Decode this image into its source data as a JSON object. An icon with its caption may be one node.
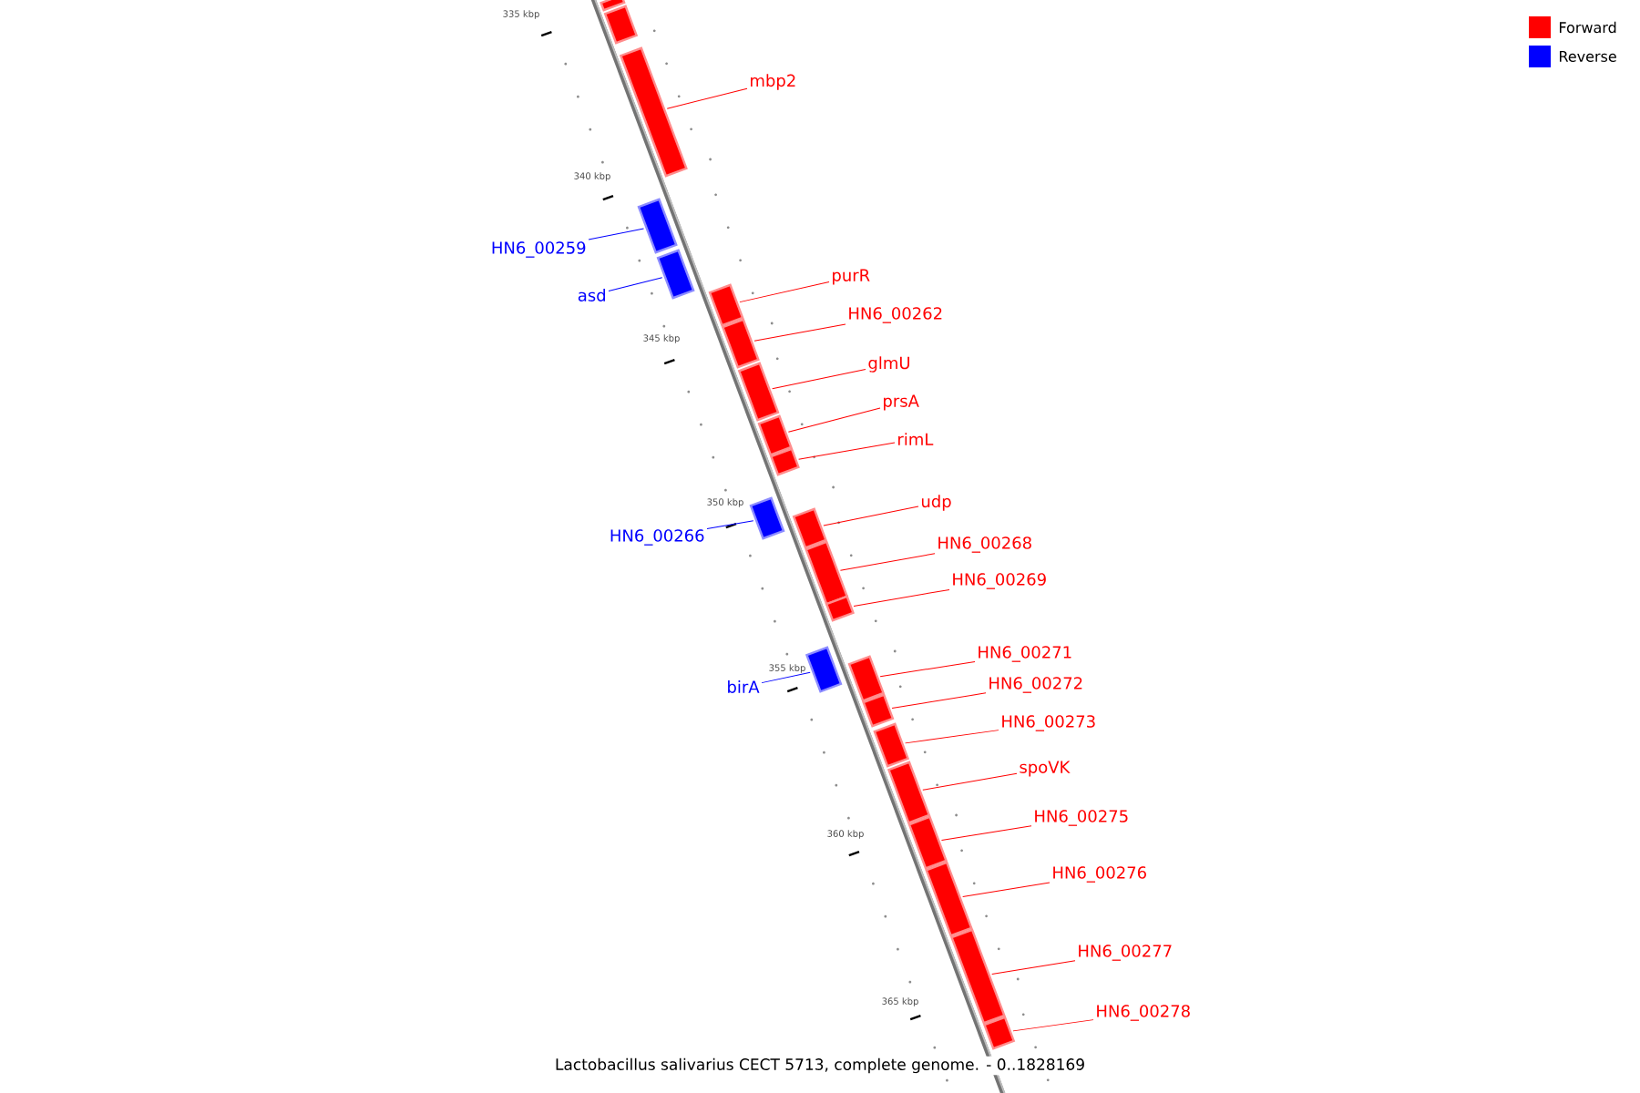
{
  "diagram": {
    "caption": "Lactobacillus salivarius CECT 5713, complete genome. - 0..1828169",
    "nodes": [
      {
        "text": [],
        "shape": "bar"
      },
      {
        "text": [],
        "shape": "bar"
      },
      {
        "text": [
          "mbp2"
        ]
      },
      {
        "text": [],
        "shape": "bar"
      },
      {
        "text": [
          "HN6_00259"
        ]
      },
      {
        "text": [],
        "shape": "bar"
      },
      {
        "text": [
          "asd"
        ]
      },
      {
        "text": [],
        "shape": "bar"
      },
      {
        "text": [
          "purR"
        ]
      },
      {
        "text": [],
        "shape": "bar"
      },
      {
        "text": [
          "HN6_00262"
        ]
      },
      {
        "text": [],
        "shape": "bar"
      },
      {
        "text": [
          "glmU"
        ]
      },
      {
        "text": [],
        "shape": "bar"
      },
      {
        "text": [
          "prsA"
        ]
      },
      {
        "text": [],
        "shape": "bar"
      },
      {
        "text": [
          "rimL"
        ]
      },
      {
        "text": [],
        "shape": "bar"
      },
      {
        "text": [
          "HN6_00266"
        ]
      },
      {
        "text": [],
        "shape": "bar"
      },
      {
        "text": [
          "udp"
        ]
      },
      {
        "text": [],
        "shape": "bar"
      },
      {
        "text": [
          "HN6_00268"
        ]
      },
      {
        "text": [],
        "shape": "bar"
      },
      {
        "text": [
          "HN6_00269"
        ]
      },
      {
        "text": [],
        "shape": "bar"
      },
      {
        "text": [
          "birA"
        ]
      },
      {
        "text": [],
        "shape": "bar"
      },
      {
        "text": [
          "HN6_00271"
        ]
      },
      {
        "text": [],
        "shape": "bar"
      },
      {
        "text": [
          "HN6_00272"
        ]
      },
      {
        "text": [],
        "shape": "bar"
      },
      {
        "text": [
          "HN6_00273"
        ]
      },
      {
        "text": [],
        "shape": "bar"
      },
      {
        "text": [
          "spoVK"
        ]
      },
      {
        "text": [],
        "shape": "bar"
      },
      {
        "text": [
          "HN6_00275"
        ]
      },
      {
        "text": [],
        "shape": "bar"
      },
      {
        "text": [
          "HN6_00276"
        ]
      },
      {
        "text": [],
        "shape": "bar"
      },
      {
        "text": [
          "HN6_00277"
        ]
      },
      {
        "text": [],
        "shape": "bar"
      },
      {
        "text": [
          "HN6_00278"
        ]
      },
      {
        "text": [],
        "shape": "bar"
      }
    ],
    "edges": [
      {
        "from": 2,
        "to": 3,
        "arrow": "none"
      },
      {
        "from": 4,
        "to": 5,
        "arrow": "none",
        "color": "#0000ff"
      },
      {
        "from": 6,
        "to": 7,
        "arrow": "none",
        "color": "#0000ff"
      },
      {
        "from": 8,
        "to": 9,
        "arrow": "none"
      },
      {
        "from": 10,
        "to": 11,
        "arrow": "none"
      },
      {
        "from": 12,
        "to": 13,
        "arrow": "none"
      },
      {
        "from": 14,
        "to": 15,
        "arrow": "none"
      },
      {
        "from": 16,
        "to": 17,
        "arrow": "none"
      },
      {
        "from": 18,
        "to": 19,
        "arrow": "none",
        "color": "#0000ff"
      },
      {
        "from": 20,
        "to": 21,
        "arrow": "none"
      },
      {
        "from": 22,
        "to": 23,
        "arrow": "none"
      },
      {
        "from": 24,
        "to": 25,
        "arrow": "none"
      },
      {
        "from": 26,
        "to": 27,
        "arrow": "none",
        "color": "#0000ff"
      },
      {
        "from": 28,
        "to": 29,
        "arrow": "none"
      },
      {
        "from": 30,
        "to": 31,
        "arrow": "none"
      },
      {
        "from": 32,
        "to": 33,
        "arrow": "none"
      },
      {
        "from": 34,
        "to": 35,
        "arrow": "none"
      },
      {
        "from": 36,
        "to": 37,
        "arrow": "none"
      },
      {
        "from": 38,
        "to": 39,
        "arrow": "none"
      },
      {
        "from": 40,
        "to": 41,
        "arrow": "none"
      },
      {
        "from": 42,
        "to": 43,
        "arrow": "none"
      }
    ],
    "labels": [
      "335 kbp",
      "340 kbp",
      "345 kbp",
      "350 kbp",
      "355 kbp",
      "360 kbp",
      "365 kbp"
    ],
    "legend": [
      {
        "text": "Forward",
        "color": "#ff0000"
      },
      {
        "text": "Reverse",
        "color": "#0000ff"
      }
    ]
  }
}
